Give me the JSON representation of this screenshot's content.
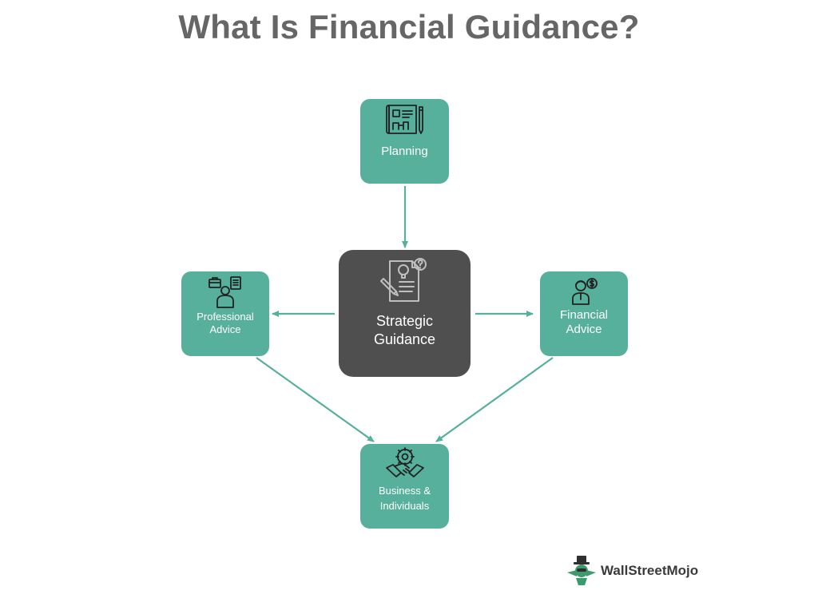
{
  "title": "What Is Financial Guidance?",
  "colors": {
    "node": "#56b09b",
    "center": "#4f4f4f",
    "title": "#666666",
    "connector": "#56b09b",
    "logo_green": "#3c9b6d"
  },
  "center": {
    "line1": "Strategic",
    "line2": "Guidance",
    "icon": "idea-document-icon"
  },
  "nodes": {
    "planning": {
      "line1": "Planning",
      "icon": "blueprint-planning-icon"
    },
    "professional": {
      "line1": "Professional",
      "line2": "Advice",
      "icon": "consultant-icon"
    },
    "financial": {
      "line1": "Financial",
      "line2": "Advice",
      "icon": "financial-advisor-icon"
    },
    "business": {
      "line1": "Business &",
      "line2": "Individuals",
      "icon": "handshake-icon"
    }
  },
  "logo": {
    "brand": "WallStreetMojo"
  }
}
